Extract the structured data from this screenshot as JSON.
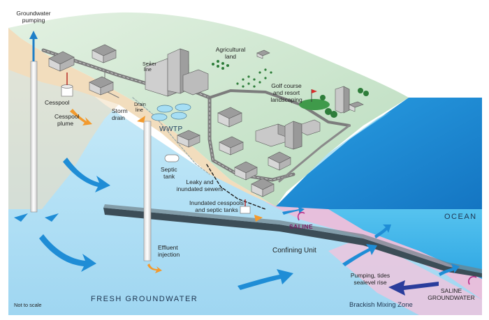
{
  "labels": {
    "groundwater_pumping": [
      "Groundwater",
      "pumping"
    ],
    "sewer_line": [
      "Sewer",
      "line"
    ],
    "agricultural_land": [
      "Agricultural",
      "land"
    ],
    "cesspool": "Cesspool",
    "cesspool_plume": [
      "Cesspool",
      "plume"
    ],
    "storm_drain": [
      "Storm",
      "drain"
    ],
    "drain_line": [
      "Drain",
      "line"
    ],
    "wwtp": "WWTP",
    "golf_course": [
      "Golf course",
      "and resort",
      "landscaping"
    ],
    "septic_tank": [
      "Septic",
      "tank"
    ],
    "leaky_sewers": [
      "Leaky and",
      "inundated sewers"
    ],
    "inundated_cesspools": [
      "Inundated cesspools",
      "and septic tanks"
    ],
    "saline": "SALINE",
    "ocean": "OCEAN",
    "confining_unit": "Confining Unit",
    "effluent_injection": [
      "Effluent",
      "injection"
    ],
    "pumping_tides": [
      "Pumping, tides",
      "sealevel rise"
    ],
    "saline_groundwater": [
      "SALINE",
      "GROUNDWATER"
    ],
    "fresh_groundwater": "FRESH GROUNDWATER",
    "brackish_mixing_zone": "Brackish Mixing Zone",
    "not_to_scale": "Not to scale"
  },
  "colors": {
    "land_green": "#cfe6cf",
    "beach_sand": "#f2ddbd",
    "fresh_groundwater": "#bfe6f6",
    "ocean_deep": "#1e8fd6",
    "ocean_side": "#36b3ea",
    "saline_pink": "#e4b6d8",
    "flow_arrow": "#1f8dd6",
    "plume_arrow": "#f29a2e",
    "saline_arrow": "#2a3d9c",
    "road_gray": "#7e7e7e",
    "building_gray": "#bdbdbd"
  }
}
